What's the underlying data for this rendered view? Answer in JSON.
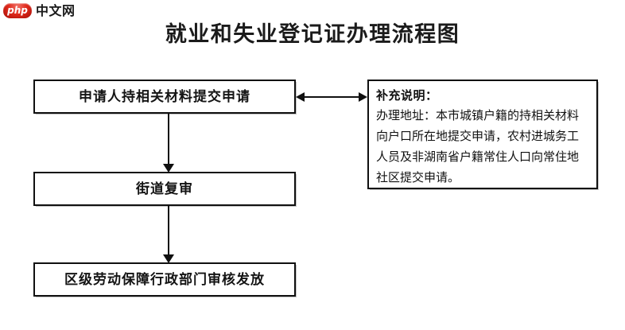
{
  "logo": {
    "badge_text": "php",
    "site_name": "中文网",
    "brand_color": "#e02a1c"
  },
  "title": "就业和失业登记证办理流程图",
  "flow": {
    "steps": [
      {
        "id": "apply",
        "label": "申请人持相关材料提交申请"
      },
      {
        "id": "review",
        "label": "街道复审"
      },
      {
        "id": "issue",
        "label": "区级劳动保障行政部门审核发放"
      }
    ]
  },
  "note": {
    "header": "补充说明：",
    "lines": [
      "办理地址：本市城镇户籍的持相关材料",
      "向户口所在地提交申请，农村进城务工",
      "人员及非湖南省户籍常住人口向常住地",
      "社区提交申请。"
    ]
  }
}
